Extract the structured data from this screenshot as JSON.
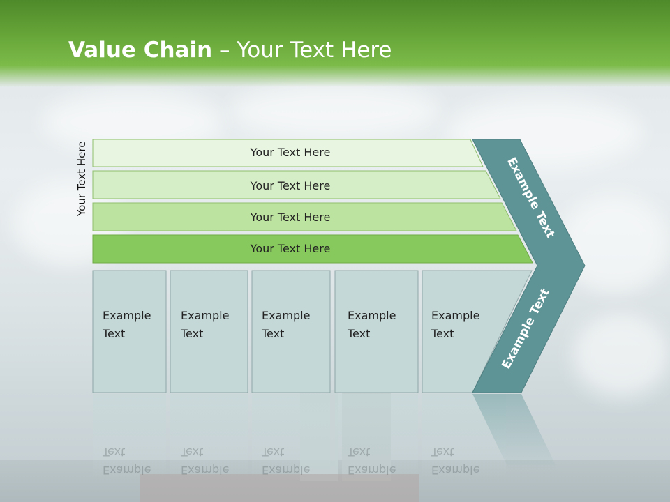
{
  "title": {
    "bold": "Value Chain",
    "rest": " – Your Text Here"
  },
  "side_label": "Your Text Here",
  "rows": [
    {
      "label": "Your Text Here",
      "color": "#e8f5e0"
    },
    {
      "label": "Your Text Here",
      "color": "#d6eec7"
    },
    {
      "label": "Your Text Here",
      "color": "#bde3a0"
    },
    {
      "label": "Your Text Here",
      "color": "#88c95e"
    }
  ],
  "columns": [
    {
      "line1": "Example",
      "line2": "Text"
    },
    {
      "line1": "Example",
      "line2": "Text"
    },
    {
      "line1": "Example",
      "line2": "Text"
    },
    {
      "line1": "Example",
      "line2": "Text"
    },
    {
      "line1": "Example",
      "line2": "Text"
    }
  ],
  "arrow_upper_label": "Example Text",
  "arrow_lower_label": "Example Text",
  "colors": {
    "header": "#6aa93b",
    "arrow": "#5f9496",
    "column": "#c5d8d8"
  }
}
